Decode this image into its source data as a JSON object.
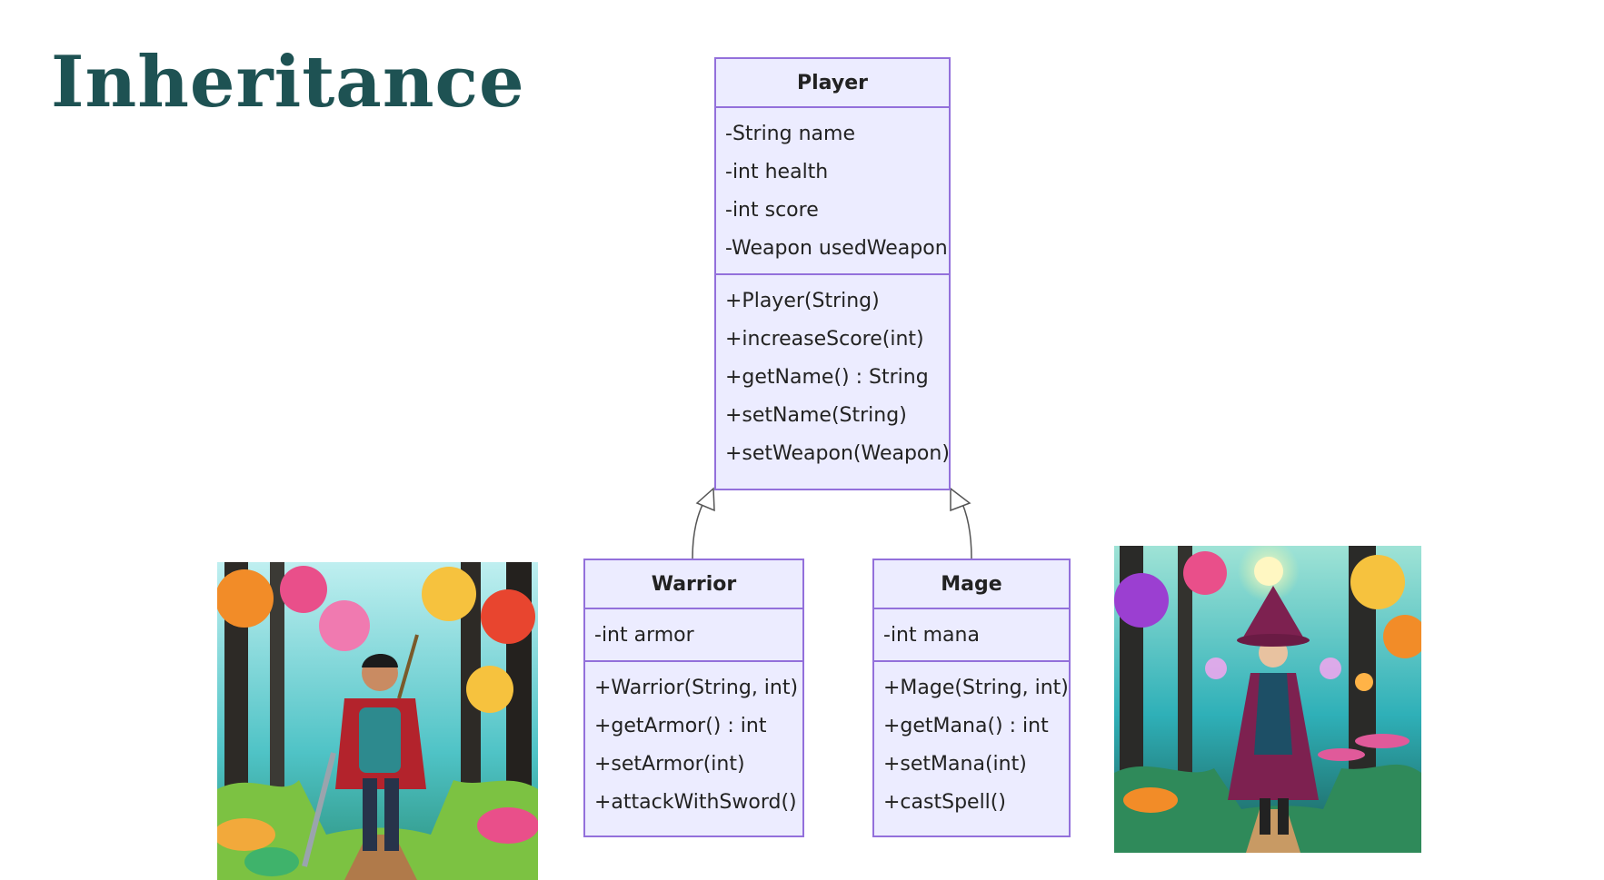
{
  "slide": {
    "title": "Inheritance"
  },
  "diagram": {
    "classes": [
      {
        "name": "Player",
        "attributes": [
          "-String name",
          "-int health",
          "-int score",
          "-Weapon usedWeapon"
        ],
        "methods": [
          "+Player(String)",
          "+increaseScore(int)",
          "+getName() : String",
          "+setName(String)",
          "+setWeapon(Weapon)"
        ]
      },
      {
        "name": "Warrior",
        "attributes": [
          "-int armor"
        ],
        "methods": [
          "+Warrior(String, int)",
          "+getArmor() : int",
          "+setArmor(int)",
          "+attackWithSword()"
        ]
      },
      {
        "name": "Mage",
        "attributes": [
          "-int mana"
        ],
        "methods": [
          "+Mage(String, int)",
          "+getMana() : int",
          "+setMana(int)",
          "+castSpell()"
        ]
      }
    ],
    "relations": [
      {
        "type": "inheritance",
        "from": "Warrior",
        "to": "Player"
      },
      {
        "type": "inheritance",
        "from": "Mage",
        "to": "Player"
      }
    ],
    "colors": {
      "class_fill": "#ececff",
      "class_border": "#9370db",
      "connector": "#555555",
      "title": "#1e5253"
    }
  },
  "illustrations": [
    {
      "depicts": "warrior-in-colorful-forest"
    },
    {
      "depicts": "mage-in-colorful-forest"
    }
  ]
}
